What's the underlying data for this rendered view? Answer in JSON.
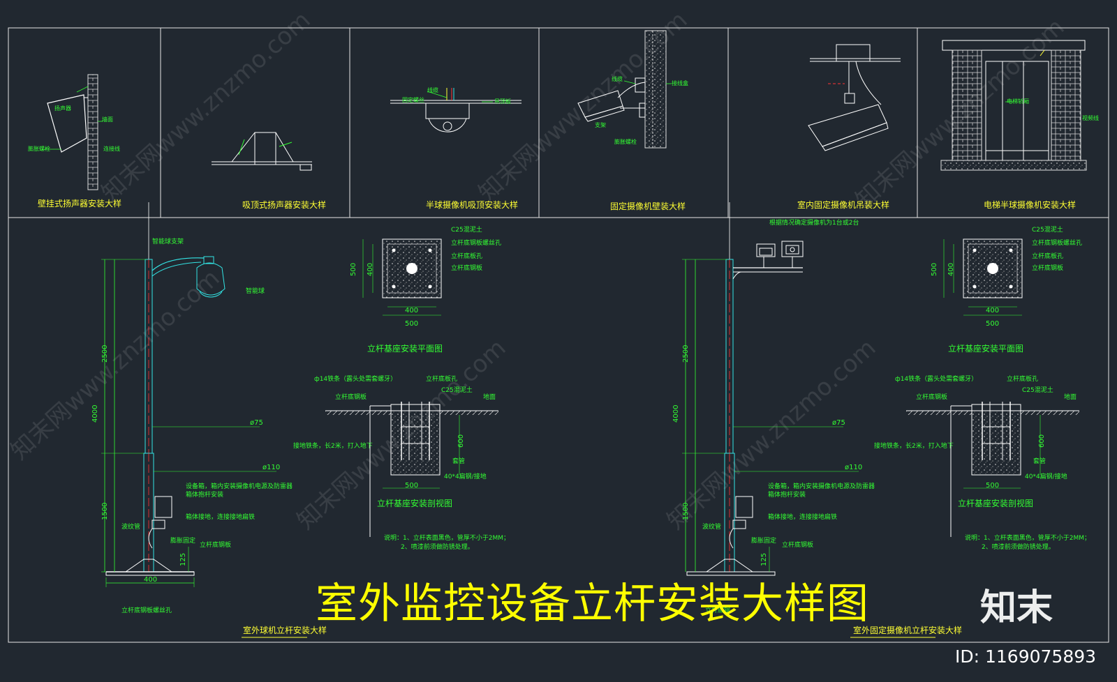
{
  "main_title": "室外监控设备立杆安装大样图",
  "brand": "知末",
  "image_id": "ID: 1169075893",
  "watermark": "知末网www.znzmo.com",
  "panel_titles": {
    "p1": "壁挂式扬声器安装大样",
    "p2": "吸顶式扬声器安装大样",
    "p3": "半球摄像机吸顶安装大样",
    "p4": "固定摄像机壁装大样",
    "p5": "室内固定摄像机吊装大样",
    "p6": "电梯半球摄像机安装大样"
  },
  "left_pole": {
    "ball_bracket": "智能球支架",
    "ball": "智能球",
    "dims": {
      "h2500": "2500",
      "h4000": "4000",
      "h1500": "1500",
      "h125": "125",
      "w400": "400",
      "d75": "ø75",
      "d110": "ø110"
    },
    "box_note_1": "设备箱，箱内安装摄像机电源及防雷器",
    "box_note_2": "箱体抱杆安装",
    "ground_note": "箱体接地，连接接地扁铁",
    "hose": "波纹管",
    "fix": "膨胀固定",
    "base_plate": "立杆底钢板",
    "bolt_hole": "立杆底钢板螺丝孔",
    "caption": "室外球机立杆安装大样"
  },
  "right_pole": {
    "camera_note": "根据情况确定摄像机为1台或2台",
    "dims": {
      "h2500": "2500",
      "h4000": "4000",
      "h1500": "1500",
      "h125": "125",
      "d75": "ø75",
      "d110": "ø110"
    },
    "box_note_1": "设备箱，箱内安装摄像机电源及防雷器",
    "box_note_2": "箱体抱杆安装",
    "ground_note": "箱体接地，连接接地扁铁",
    "hose": "波纹管",
    "fix": "膨胀固定",
    "base_plate": "立杆底钢板",
    "bolt_hole": "立杆底钢",
    "caption": "室外固定摄像机立杆安装大样"
  },
  "foundation": {
    "plan_title": "立杆基座安装平面图",
    "section_title": "立杆基座安装剖视图",
    "plan_labels": [
      "C25混泥土",
      "立杆底钢板螺丝孔",
      "立杆底板孔",
      "立杆底钢板"
    ],
    "dim_500": "500",
    "dim_400": "400",
    "dim_600": "600",
    "rebar": "ф14铁条（露头处需套螺牙）",
    "base_hole": "立杆底板孔",
    "base_plate": "立杆底钢板",
    "concrete": "C25混泥土",
    "ground": "地面",
    "earth_rod": "接地铁条，长2米，打入地下",
    "conduit": "套管",
    "flat_iron": "40*4扁钢/接地",
    "note_1": "说明：1、立杆表面黑色，管厚不小于2MM；",
    "note_2": "2、喷漆前须做防锈处理。"
  },
  "small_labels": {
    "p1_a": "扬声器",
    "p1_b": "墙面",
    "p1_c": "膨胀螺栓",
    "p1_d": "连接线",
    "p3_a": "线缆",
    "p3_b": "吊顶板",
    "p3_c": "固定螺丝",
    "p4_a": "线缆",
    "p4_b": "支架",
    "p4_c": "膨胀螺栓",
    "p4_d": "接线盒",
    "p6_a": "电梯轿厢",
    "p6_b": "视频线"
  },
  "colors": {
    "background": "#212830",
    "frame": "#e6e6e6",
    "yellow": "#ffff33",
    "green": "#33ff33",
    "cyan": "#33e5e5",
    "red": "#ff3333",
    "white": "#ffffff"
  }
}
